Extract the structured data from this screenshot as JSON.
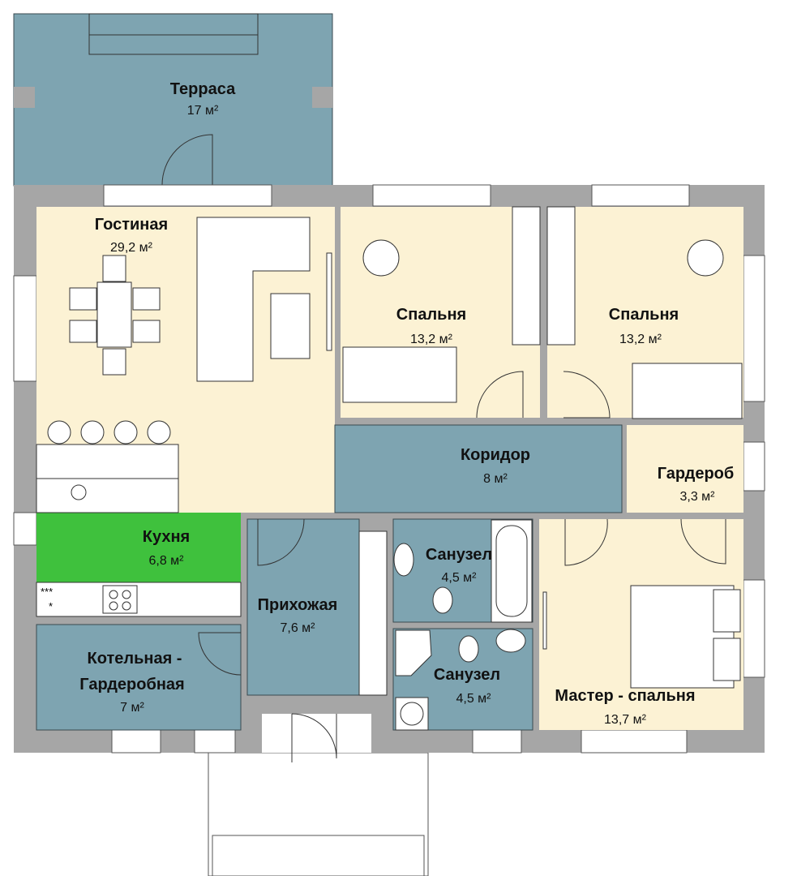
{
  "plan": {
    "rooms": [
      {
        "name": "Терраса",
        "area": "17 м²"
      },
      {
        "name": "Гостиная",
        "area": "29,2 м²"
      },
      {
        "name": "Спальня",
        "area": "13,2 м²"
      },
      {
        "name": "Спальня",
        "area": "13,2 м²"
      },
      {
        "name": "Коридор",
        "area": "8 м²"
      },
      {
        "name": "Гардероб",
        "area": "3,3 м²"
      },
      {
        "name": "Кухня",
        "area": "6,8 м²"
      },
      {
        "name": "Прихожая",
        "area": "7,6 м²"
      },
      {
        "name": "Санузел",
        "area": "4,5 м²"
      },
      {
        "name": "Санузел",
        "area": "4,5 м²"
      },
      {
        "name": "Котельная -",
        "name2": "Гардеробная",
        "area": "7 м²"
      },
      {
        "name": "Мастер - спальня",
        "area": "13,7 м²"
      }
    ],
    "stove_marks": [
      "***",
      "*"
    ],
    "colors": {
      "wet": "#7ea4b1",
      "dry": "#fcf2d4",
      "kitchen": "#3fc13d",
      "wall": "#a6a6a6"
    }
  }
}
